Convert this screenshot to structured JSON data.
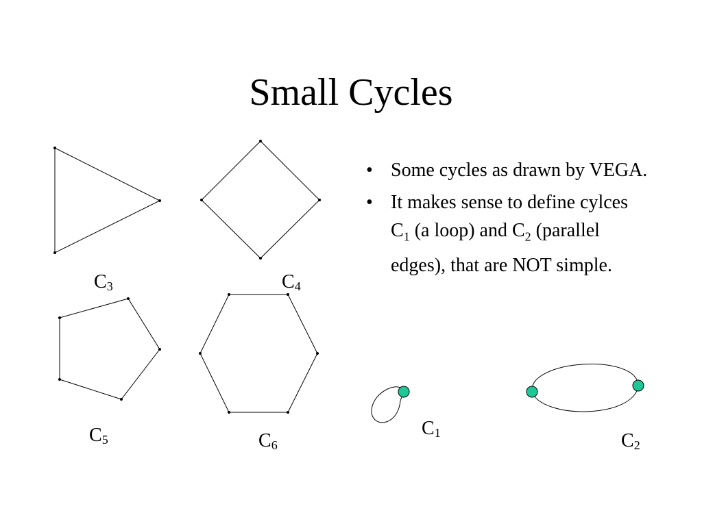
{
  "slide": {
    "title": "Small Cycles"
  },
  "bullets": [
    {
      "text_a": "Some cycles as drawn by VEGA."
    },
    {
      "text_a": "It makes sense to define cylces C",
      "sub_a": "1",
      "text_b": " (a loop) and  C",
      "sub_b": "2",
      "text_c": " (parallel edges),  that are NOT simple."
    }
  ],
  "bullet_symbol": "•",
  "labels": {
    "c3": {
      "base": "C",
      "sub": "3"
    },
    "c4": {
      "base": "C",
      "sub": "4"
    },
    "c5": {
      "base": "C",
      "sub": "5"
    },
    "c6": {
      "base": "C",
      "sub": "6"
    },
    "c1": {
      "base": "C",
      "sub": "1"
    },
    "c2": {
      "base": "C",
      "sub": "2"
    }
  },
  "colors": {
    "edge": "#000000",
    "vertex_small": "#000000",
    "vertex_highlight": "#1ec896",
    "vertex_highlight_stroke": "#000000"
  }
}
